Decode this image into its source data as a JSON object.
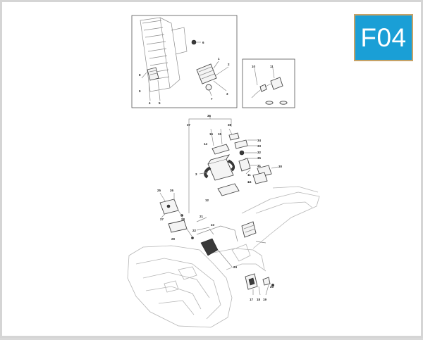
{
  "badge": {
    "text": "F04",
    "color": "#1a9fd6",
    "border": "#c6a266"
  },
  "callouts": {
    "inset_left": [
      "8",
      "9",
      "4",
      "5",
      "1",
      "2",
      "3",
      "7",
      "6"
    ],
    "inset_right": [
      "10",
      "11"
    ],
    "main": [
      "36",
      "37",
      "38",
      "16",
      "15",
      "14",
      "34",
      "33",
      "32",
      "35",
      "31",
      "3",
      "12",
      "11",
      "13",
      "30",
      "25",
      "26",
      "27",
      "28",
      "29",
      "21",
      "22",
      "23",
      "24",
      "17",
      "18",
      "19",
      "20"
    ]
  }
}
